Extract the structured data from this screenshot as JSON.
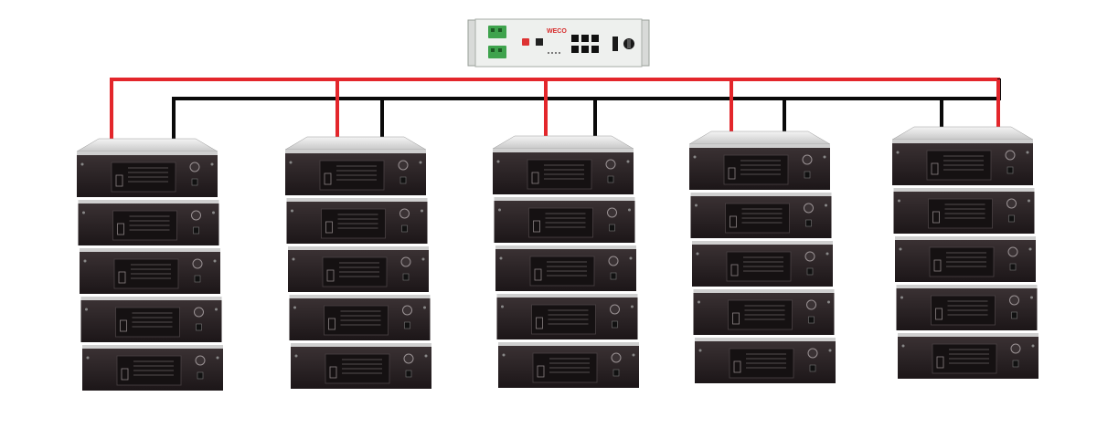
{
  "controller": {
    "brand": "WECO",
    "icons": [
      "terminal-block-icon",
      "power-switch-icon",
      "rj45-port-icon",
      "breaker-icon",
      "rotary-knob-icon"
    ]
  },
  "wiring": {
    "positive_color": "#e3262b",
    "negative_color": "#0a0a0a"
  },
  "towers": [
    {
      "modules": 5
    },
    {
      "modules": 5
    },
    {
      "modules": 5
    },
    {
      "modules": 5
    },
    {
      "modules": 5
    }
  ],
  "colors": {
    "module_body": "#2a2224",
    "module_edge": "#d6d6d6",
    "controller_body": "#eef0ee",
    "terminal_green": "#3fa34d"
  }
}
